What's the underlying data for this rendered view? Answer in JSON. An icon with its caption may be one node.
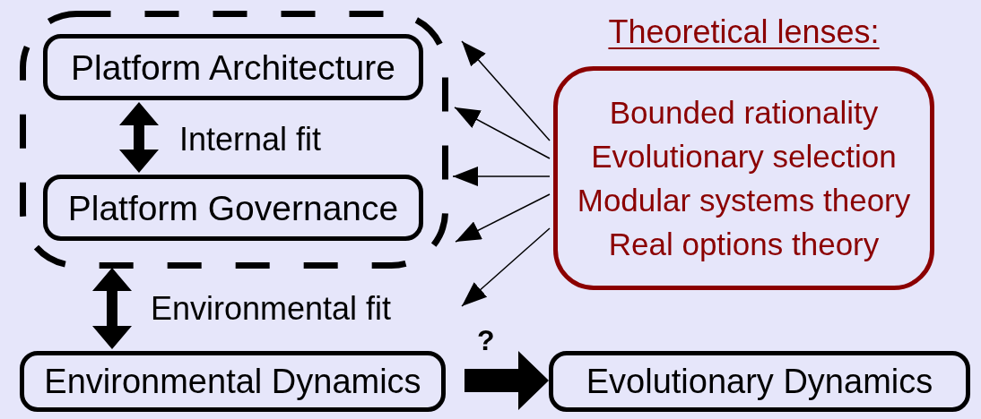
{
  "diagram": {
    "nodes": [
      {
        "text": [],
        "shape": "box"
      },
      {
        "text": [
          "Platform Architecture"
        ],
        "in": 0
      },
      {
        "text": [
          "Platform Governance"
        ],
        "in": 0
      },
      {
        "text": [
          "Theoretical lenses:",
          "Bounded rationality",
          "Evolutionary selection",
          "Modular systems theory",
          "Real options theory"
        ]
      },
      {
        "text": [
          "Environmental Dynamics"
        ]
      },
      {
        "text": [
          "Evolutionary Dynamics"
        ]
      }
    ],
    "edges": [
      {
        "from": 1,
        "to": 2,
        "arrow": "both",
        "label": "Internal fit",
        "style": "thick"
      },
      {
        "from": 0,
        "to": 4,
        "arrow": "both",
        "label": "Environmental fit",
        "style": "thick"
      },
      {
        "from": 3,
        "to": 0,
        "arrow": "to"
      },
      {
        "from": 3,
        "to": 0,
        "arrow": "to"
      },
      {
        "from": 3,
        "to": 0,
        "arrow": "to"
      },
      {
        "from": 3,
        "to": 0,
        "arrow": "to"
      },
      {
        "from": 3,
        "to": null,
        "arrow": "to"
      },
      {
        "from": 4,
        "to": 5,
        "arrow": "to",
        "label": "?",
        "style": "thick"
      }
    ]
  }
}
